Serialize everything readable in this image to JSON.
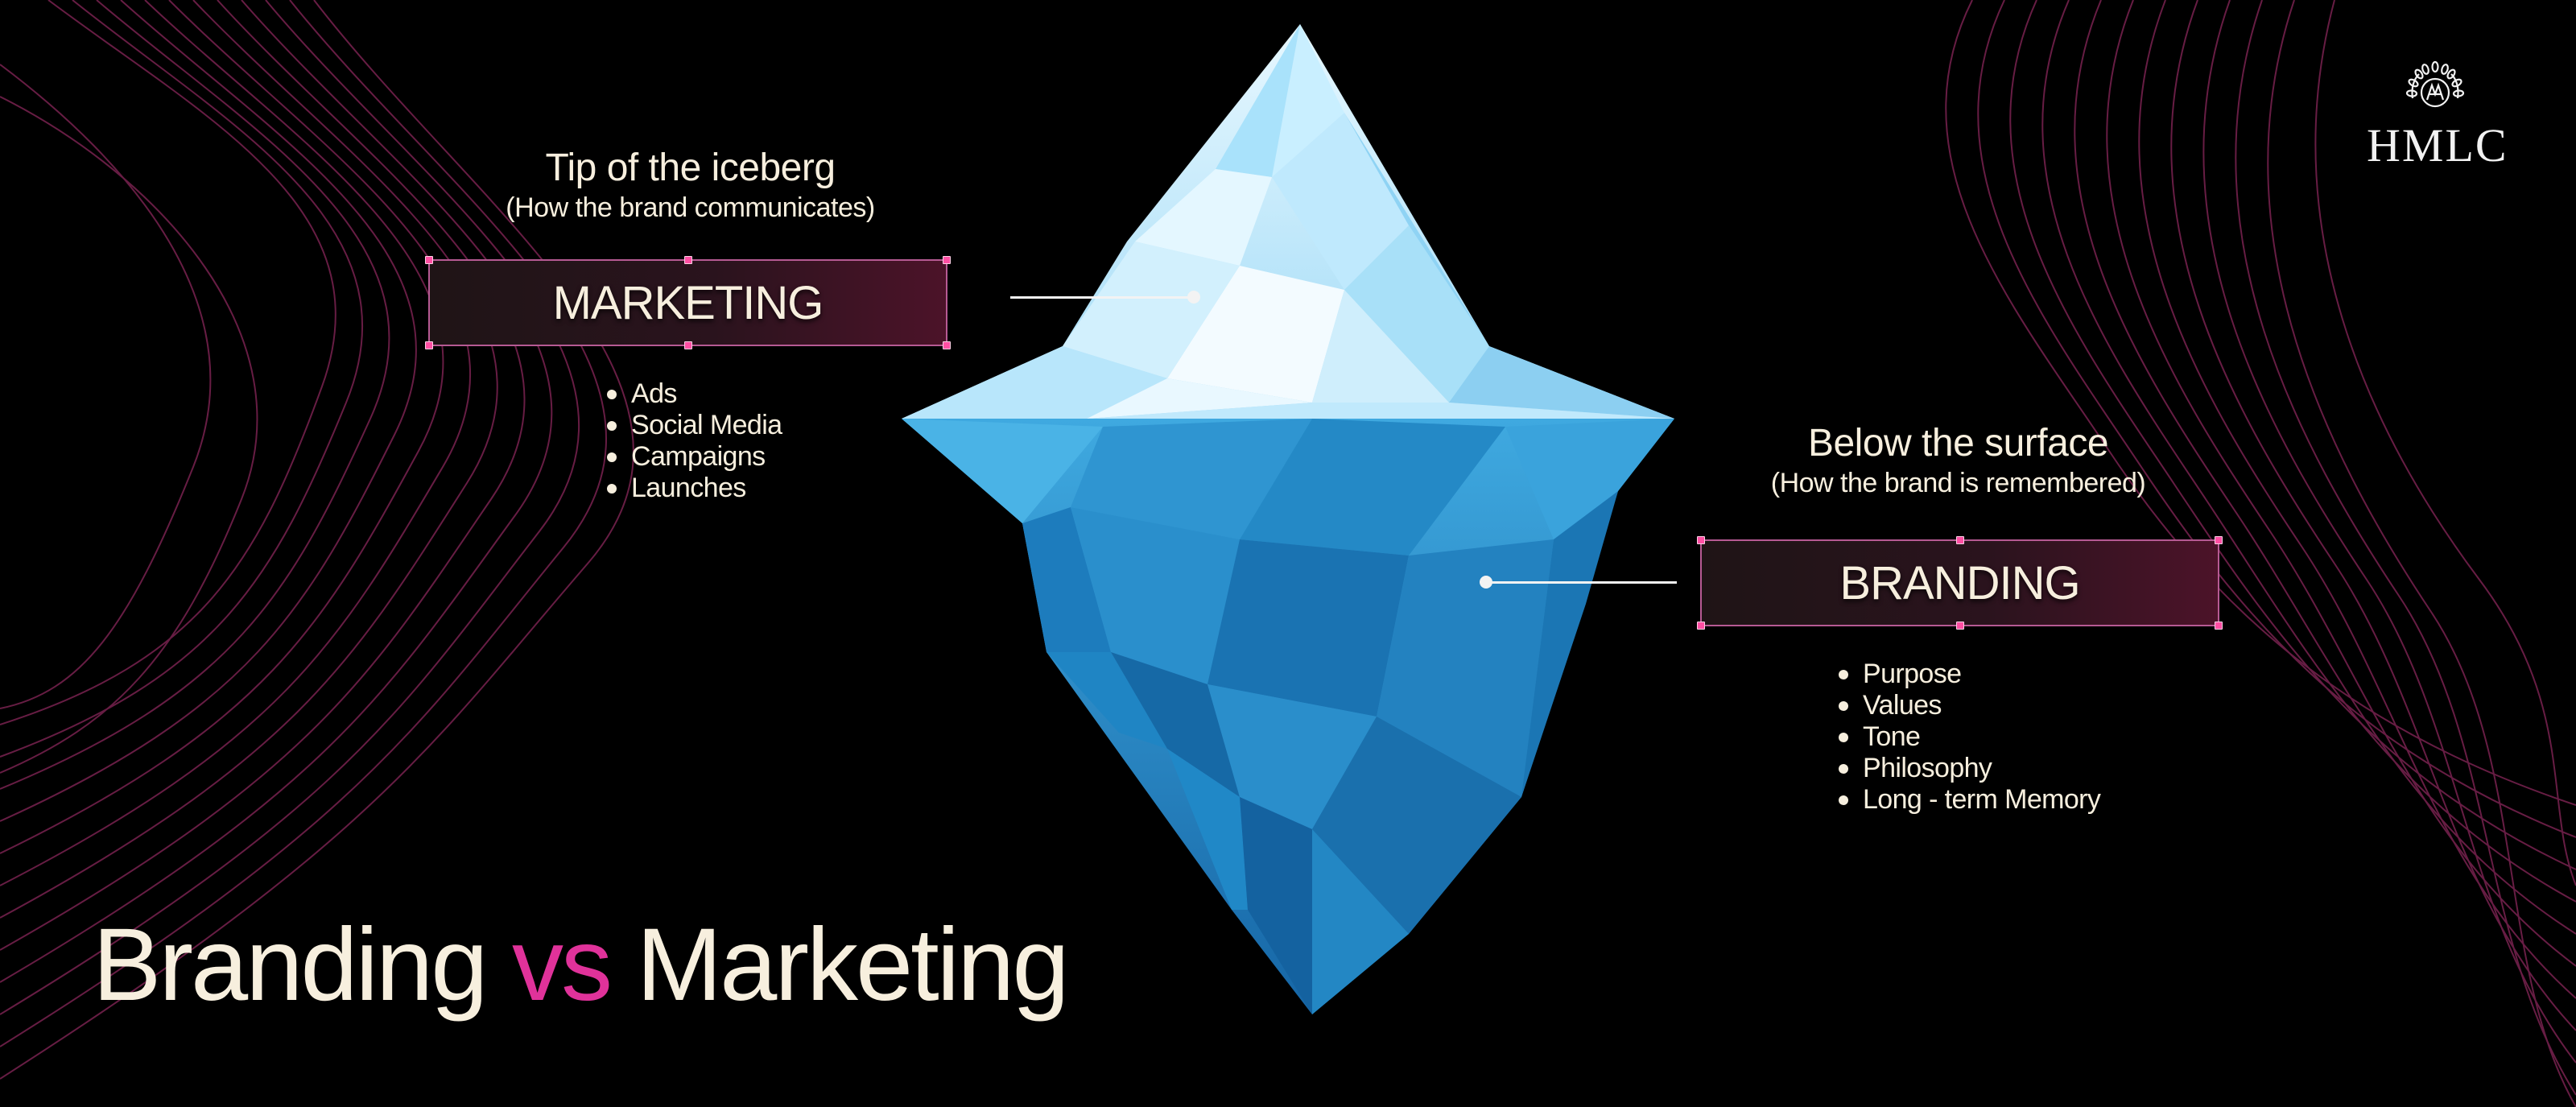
{
  "tip": {
    "title": "Tip of the iceberg",
    "subtitle": "(How the brand communicates)",
    "box_label": "MARKETING",
    "items": [
      "Ads",
      "Social Media",
      "Campaigns",
      "Launches"
    ]
  },
  "below": {
    "title": "Below the surface",
    "subtitle": "(How the brand is remembered)",
    "box_label": "BRANDING",
    "items": [
      "Purpose",
      "Values",
      "Tone",
      "Philosophy",
      "Long - term Memory"
    ]
  },
  "title": {
    "part1": "Branding",
    "vs": "vs",
    "part2": "Marketing"
  },
  "logo": {
    "text": "HMLC",
    "icon": "crest-icon"
  },
  "colors": {
    "background": "#000000",
    "accent": "#e0329a",
    "text": "#f7efde",
    "box_border": "#b65a93",
    "wave_lines": "#7a2350",
    "ice_light": "#cdeefc",
    "ice_dark": "#1b78b4"
  }
}
